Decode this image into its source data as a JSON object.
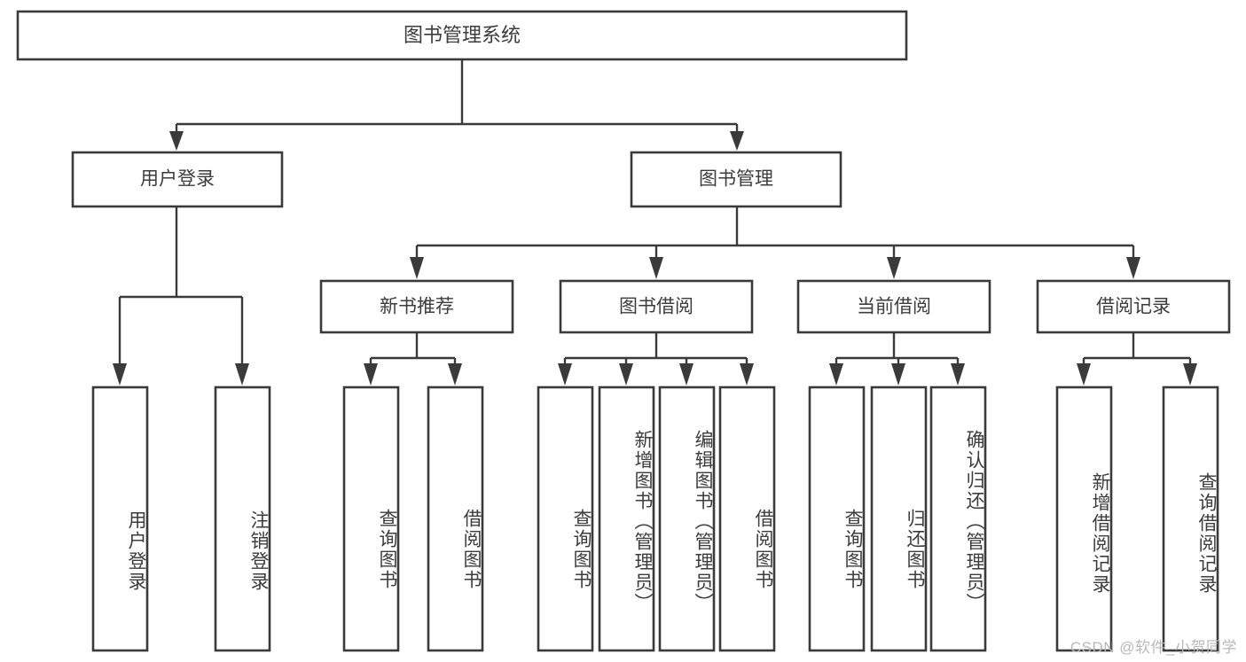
{
  "diagram": {
    "title": "图书管理系统",
    "type": "tree",
    "orientation": "top-down",
    "colors": {
      "box_stroke": "#3a3a3a",
      "box_fill": "#ffffff",
      "text": "#3c3c3c",
      "connector": "#3a3a3a",
      "background": "#ffffff",
      "watermark": "#b9b9b9"
    },
    "root": {
      "label": "图书管理系统"
    },
    "level2": [
      {
        "label": "用户登录"
      },
      {
        "label": "图书管理"
      }
    ],
    "level3": [
      {
        "label": "新书推荐"
      },
      {
        "label": "图书借阅"
      },
      {
        "label": "当前借阅"
      },
      {
        "label": "借阅记录"
      }
    ],
    "leaves": {
      "user_login": [
        {
          "label": "用户登录"
        },
        {
          "label": "注销登录"
        }
      ],
      "new_book_recommend": [
        {
          "label": "查询图书"
        },
        {
          "label": "借阅图书"
        }
      ],
      "book_borrow": [
        {
          "label": "查询图书"
        },
        {
          "label": "新增图书（管理员）"
        },
        {
          "label": "编辑图书（管理员）"
        },
        {
          "label": "借阅图书"
        }
      ],
      "current_borrow": [
        {
          "label": "查询图书"
        },
        {
          "label": "归还图书"
        },
        {
          "label": "确认归还（管理员）"
        }
      ],
      "borrow_records": [
        {
          "label": "新增借阅记录"
        },
        {
          "label": "查询借阅记录"
        }
      ]
    }
  },
  "watermark": {
    "text": "CSDN @软件_小贺同学"
  }
}
